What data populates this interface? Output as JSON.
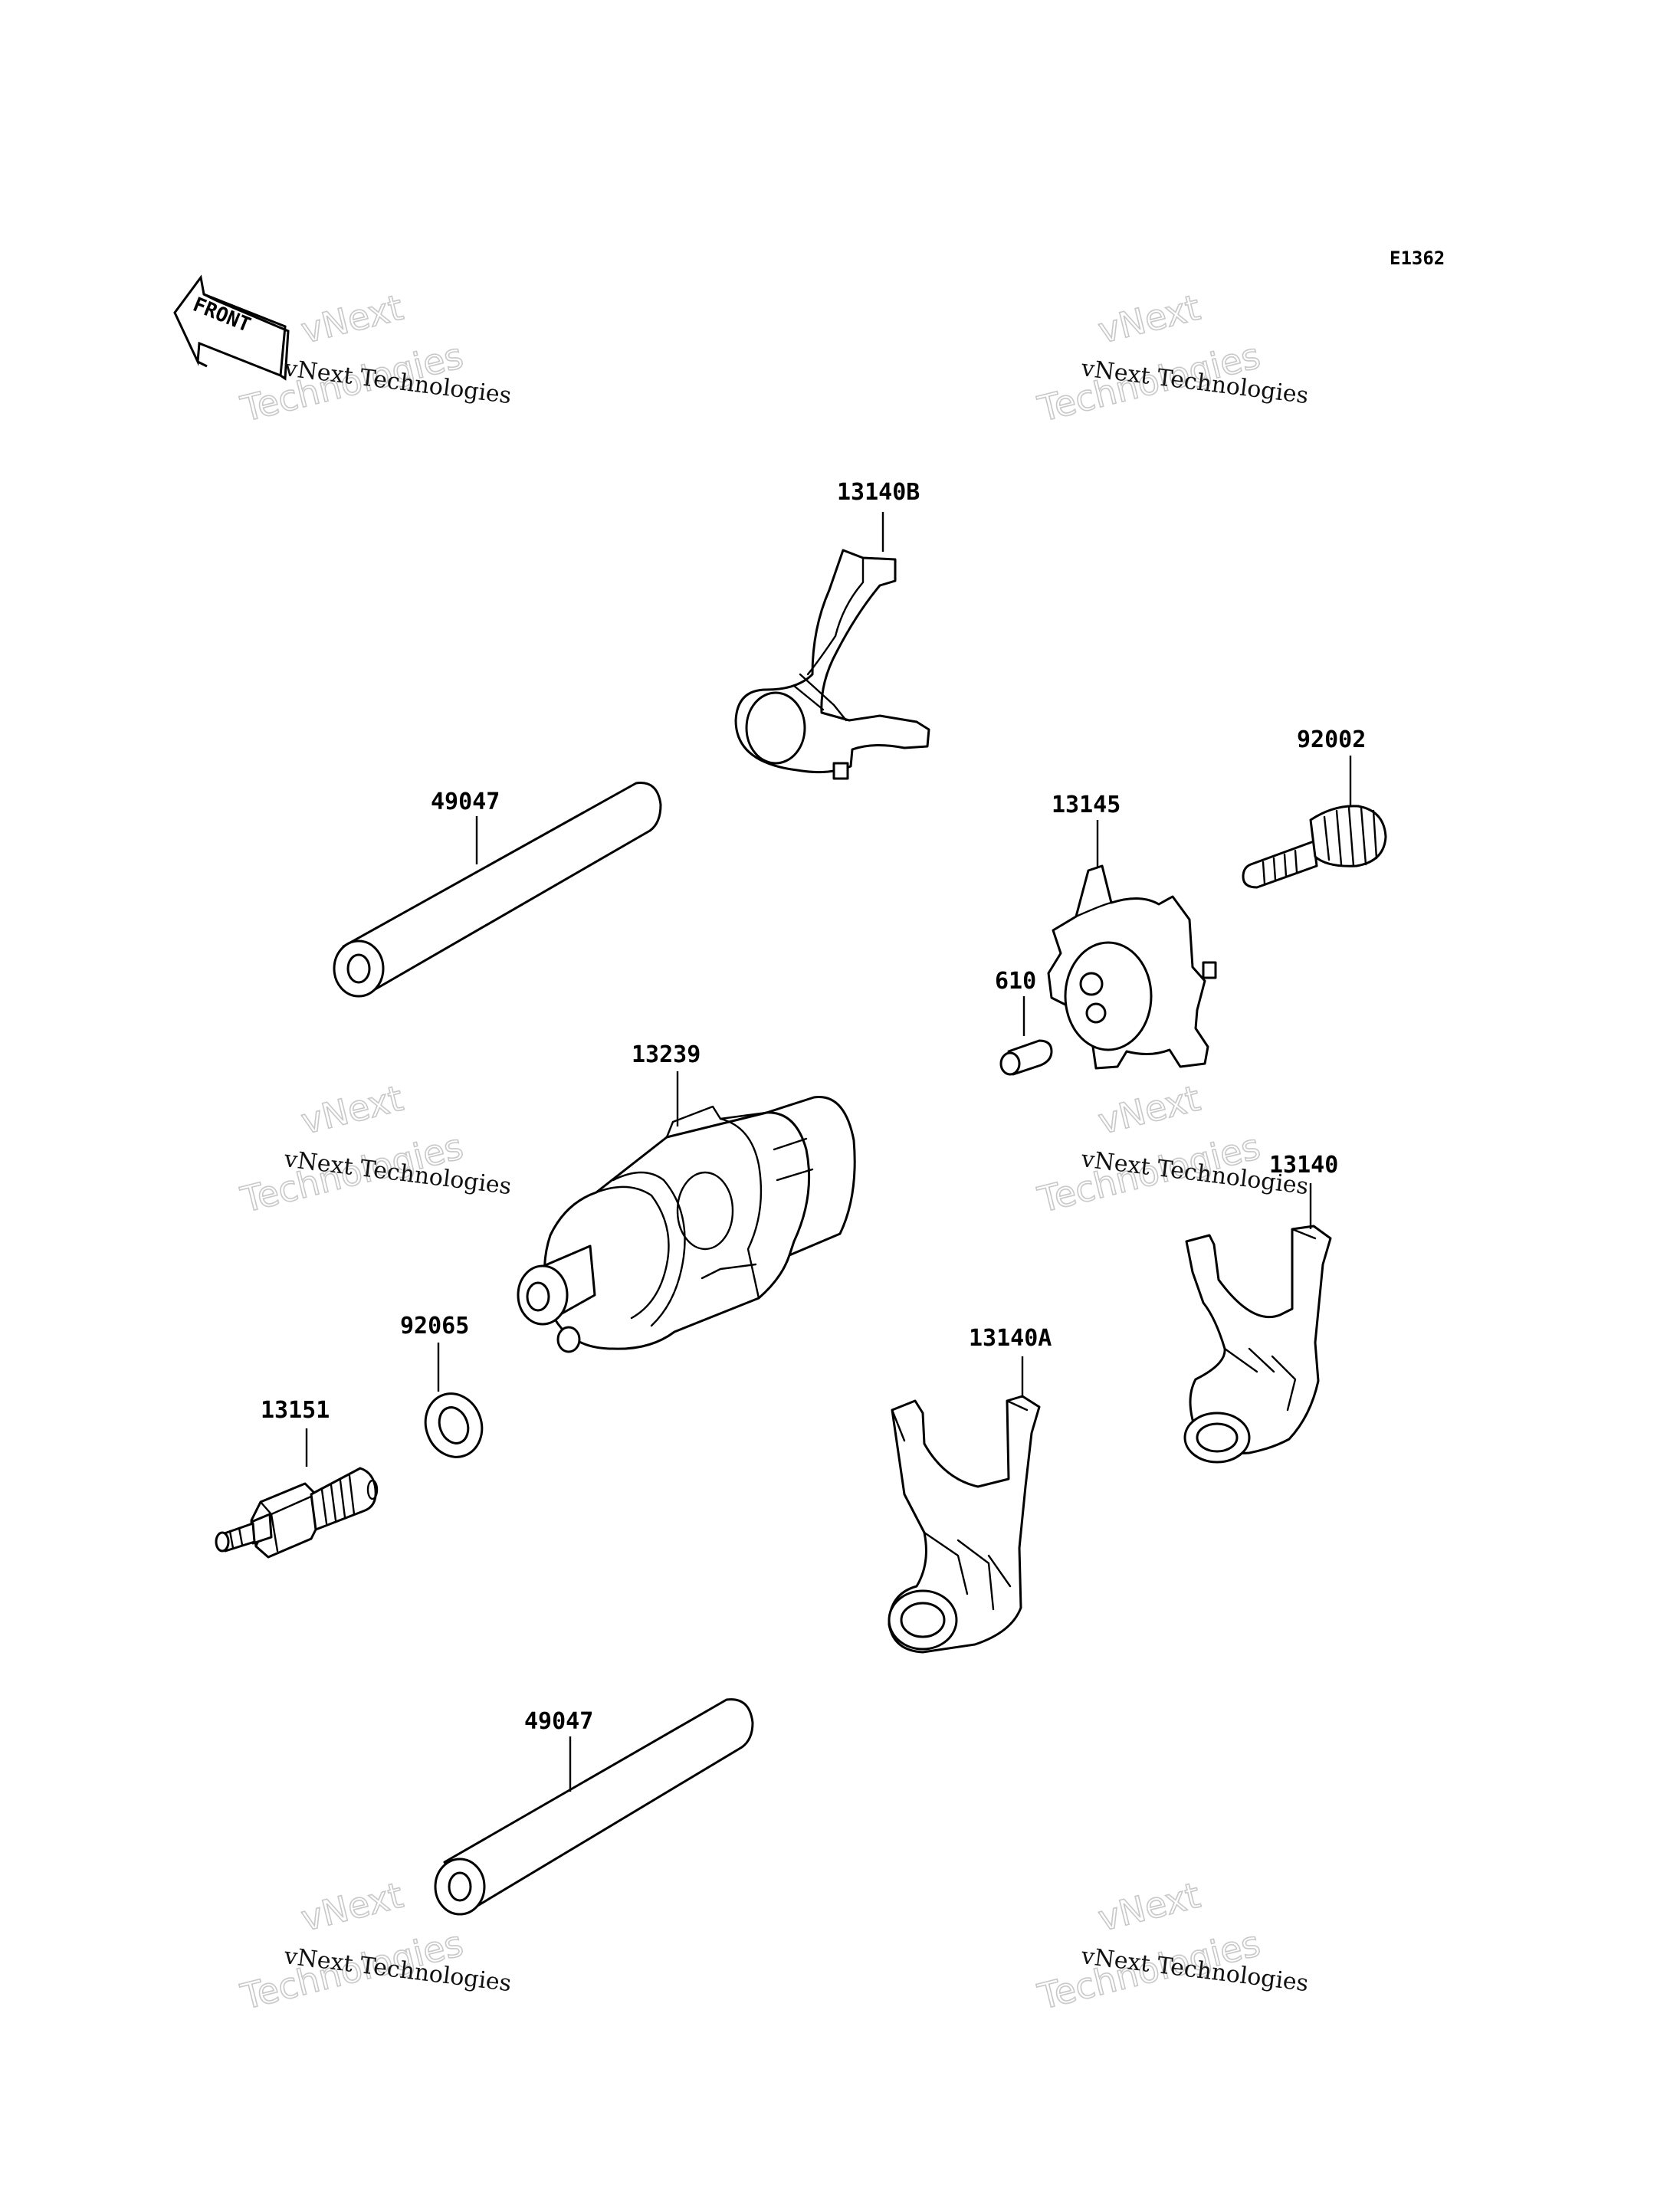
{
  "diagram_code": "E1362",
  "front_label": "FRONT",
  "watermark": {
    "small": "vNext Technologies",
    "big_top": "vNext",
    "big_bottom": "Technologies"
  },
  "callouts": [
    {
      "id": "fork-13140b",
      "label": "13140B"
    },
    {
      "id": "bolt-92002",
      "label": "92002"
    },
    {
      "id": "shaft-49047-upper",
      "label": "49047"
    },
    {
      "id": "plate-13145",
      "label": "13145"
    },
    {
      "id": "pin-610",
      "label": "610"
    },
    {
      "id": "drum-13239",
      "label": "13239"
    },
    {
      "id": "fork-13140",
      "label": "13140"
    },
    {
      "id": "washer-92065",
      "label": "92065"
    },
    {
      "id": "fork-13140a",
      "label": "13140A"
    },
    {
      "id": "switch-13151",
      "label": "13151"
    },
    {
      "id": "shaft-49047-lower",
      "label": "49047"
    }
  ]
}
